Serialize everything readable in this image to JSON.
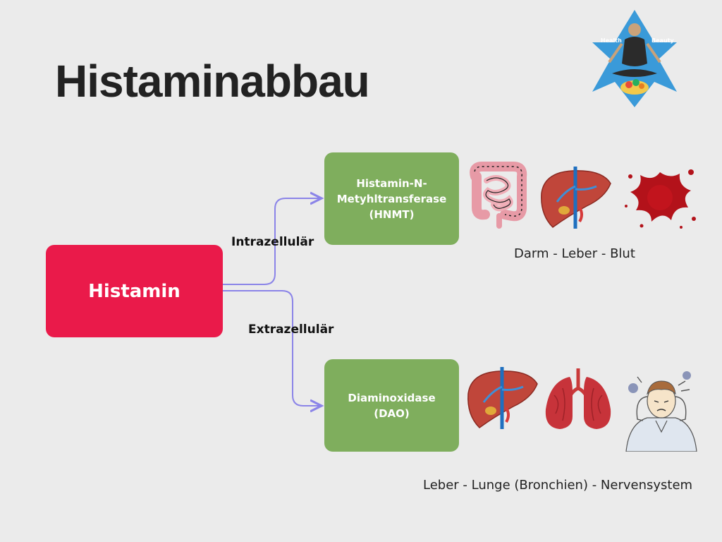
{
  "title": "Histaminabbau",
  "logo": {
    "left_word": "Health",
    "right_word": "Beauty",
    "icon": "health-beauty-star-logo"
  },
  "nodes": {
    "source": "Histamin",
    "hnmt": "Histamin-N-\nMetyhltransferase\n(HNMT)",
    "dao": "Diaminoxidase\n(DAO)"
  },
  "edges": {
    "intra": "Intrazellulär",
    "extra": "Extrazellulär"
  },
  "captions": {
    "hnmt_sites": "Darm - Leber - Blut",
    "dao_sites": "Leber - Lunge (Bronchien) - Nervensystem"
  },
  "icons": {
    "hnmt": [
      "intestine-icon",
      "liver-icon",
      "blood-splatter-icon"
    ],
    "dao": [
      "liver-icon",
      "lungs-icon",
      "stressed-person-icon"
    ]
  },
  "colors": {
    "source": "#ea1a4a",
    "enzyme": "#7fae5d",
    "connector": "#8b84e8",
    "background": "#ebebeb"
  }
}
